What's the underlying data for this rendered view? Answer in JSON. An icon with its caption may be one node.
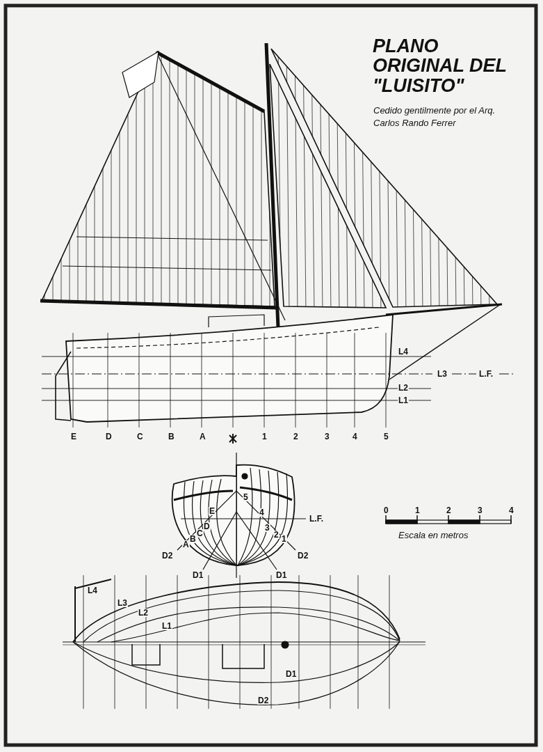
{
  "diagram": {
    "title": "PLANO ORIGINAL DEL \"LUISITO\"",
    "caption": "Cedido gentilmente por el Arq. Carlos Rando Ferrer",
    "labels": [
      "L4",
      "L3",
      "L.F.",
      "L2",
      "L1",
      "E",
      "D",
      "C",
      "B",
      "A",
      "1",
      "2",
      "3",
      "4",
      "5",
      "5",
      "E",
      "4",
      "L.F.",
      "D",
      "3",
      "C",
      "2",
      "B",
      "1",
      "A",
      "D2",
      "D2",
      "D1",
      "D1",
      "0",
      "1",
      "2",
      "3",
      "4",
      "Escala en metros",
      "L4",
      "L3",
      "L2",
      "L1",
      "D1",
      "D2"
    ]
  }
}
